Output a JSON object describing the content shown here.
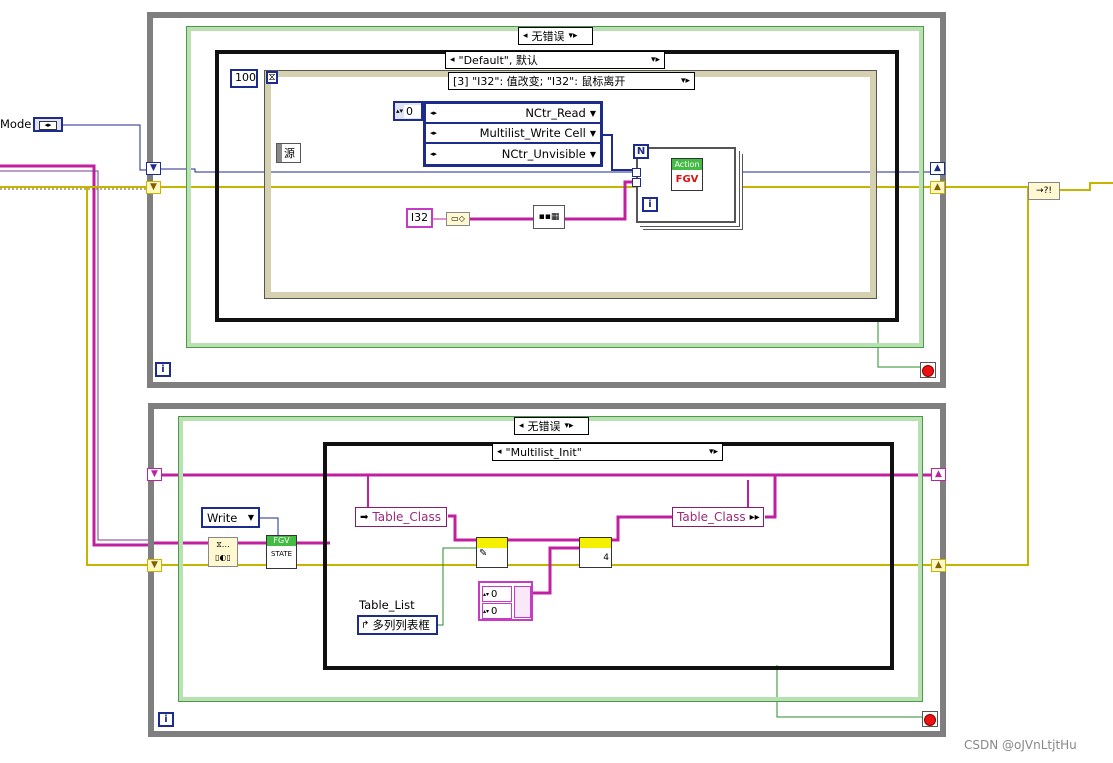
{
  "top_loop": {
    "case_selector": "无错误",
    "event_selector": "\"Default\", 默认",
    "event_case": "[3] \"I32\": 值改变; \"I32\": 鼠标离开",
    "timeout_value": "100",
    "source_label": "源",
    "index_label": "0",
    "ring_items": [
      "NCtr_Read",
      "Multilist_Write Cell",
      "NCtr_Unvisible"
    ],
    "i32_label": "I32",
    "fgv_header": "Action",
    "fgv_label": "FGV",
    "n_label": "N",
    "i_label": "i"
  },
  "left": {
    "mode_label": "Mode"
  },
  "bottom_loop": {
    "case_selector": "无错误",
    "inner_case": "\"Multilist_Init\"",
    "write_enum": "Write",
    "fgv_label": "FGV",
    "fgv_state": "STATE",
    "class_left": "Table_Class",
    "class_right": "Table_Class",
    "table_list_label": "Table_List",
    "table_list_ref": "多列列表框",
    "num_0a": "0",
    "num_0b": "0",
    "invoke_num": "4",
    "i_label": "i"
  },
  "right": {
    "merge_label": "→?!"
  },
  "watermark": "CSDN @oJVnLtjtHu",
  "colors": {
    "error_wire": "#c8b400",
    "class_wire": "#c020a0",
    "ref_wire": "#2a8c2a",
    "enum_wire": "#1d2b8c",
    "loop_border": "#7f7f7f",
    "case_border": "#4a9a4a"
  }
}
